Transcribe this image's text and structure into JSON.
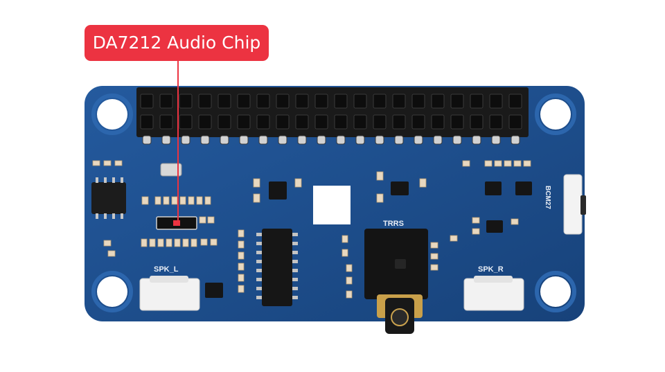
{
  "callout": {
    "label": "DA7212 Audio Chip"
  },
  "silkscreen": {
    "jack": "TRRS",
    "speaker_left": "SPK_L",
    "speaker_right": "SPK_R",
    "button": "BCM27"
  },
  "colors": {
    "callout": "#ec3341",
    "pcb": "#1d4d8c",
    "header": "#1b1b1b",
    "gold": "#c9a04a"
  }
}
